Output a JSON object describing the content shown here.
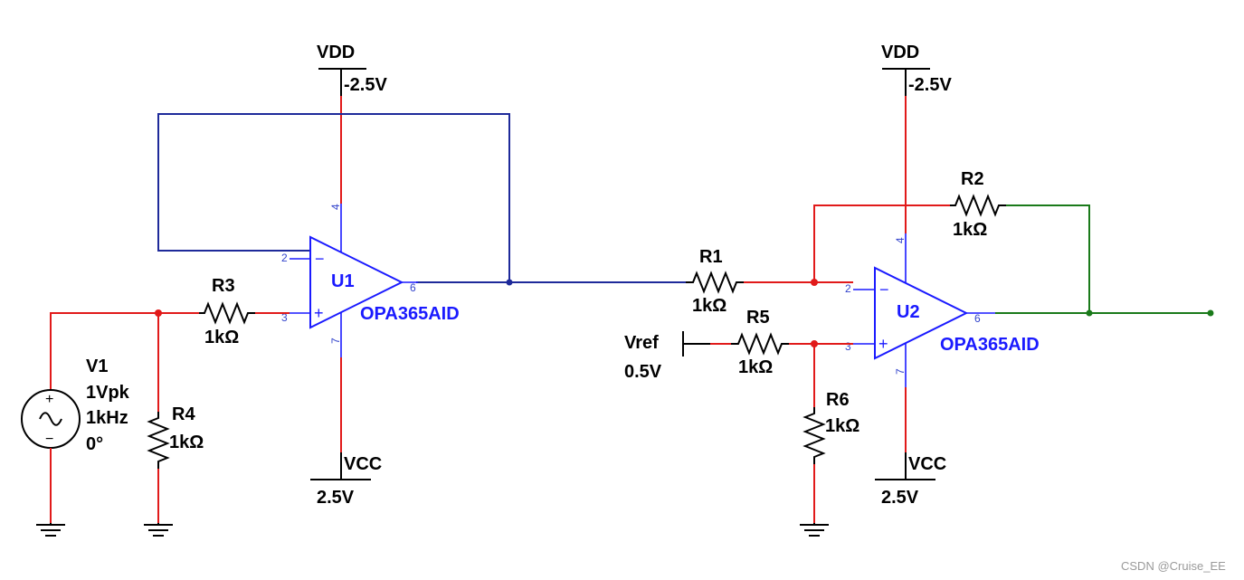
{
  "rails": {
    "vdd_label": "VDD",
    "vdd_value": "-2.5V",
    "vcc_label": "VCC",
    "vcc_value": "2.5V"
  },
  "u1": {
    "ref": "U1",
    "part": "OPA365AID",
    "pin_inv": "2",
    "pin_noninv": "3",
    "pin_out": "6",
    "pin_vplus": "4",
    "pin_vminus": "7",
    "minus_sign": "−",
    "plus_sign": "+"
  },
  "u2": {
    "ref": "U2",
    "part": "OPA365AID",
    "pin_inv": "2",
    "pin_noninv": "3",
    "pin_out": "6",
    "pin_vplus": "4",
    "pin_vminus": "7",
    "minus_sign": "−",
    "plus_sign": "+"
  },
  "resistors": {
    "r1": {
      "ref": "R1",
      "value": "1kΩ"
    },
    "r2": {
      "ref": "R2",
      "value": "1kΩ"
    },
    "r3": {
      "ref": "R3",
      "value": "1kΩ"
    },
    "r4": {
      "ref": "R4",
      "value": "1kΩ"
    },
    "r5": {
      "ref": "R5",
      "value": "1kΩ"
    },
    "r6": {
      "ref": "R6",
      "value": "1kΩ"
    }
  },
  "v1": {
    "ref": "V1",
    "amplitude": "1Vpk",
    "frequency": "1kHz",
    "phase": "0°",
    "plus_sign": "+",
    "minus_sign": "−"
  },
  "vref": {
    "ref": "Vref",
    "value": "0.5V"
  },
  "watermark": "CSDN @Cruise_EE",
  "colors": {
    "wire_red": "#e11a1a",
    "wire_blue": "#1e2a9a",
    "wire_green": "#1a7a1a",
    "component_blue": "#1a1aff",
    "node_red": "#e11a1a"
  }
}
